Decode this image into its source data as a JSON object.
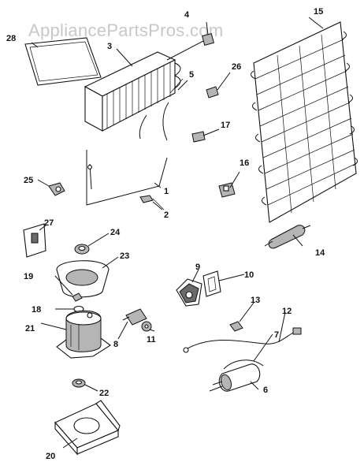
{
  "watermark": "AppliancePartsPros.com",
  "callouts": [
    "1",
    "2",
    "3",
    "4",
    "5",
    "6",
    "7",
    "8",
    "9",
    "10",
    "11",
    "12",
    "13",
    "14",
    "15",
    "16",
    "17",
    "18",
    "19",
    "20",
    "21",
    "22",
    "23",
    "24",
    "25",
    "26",
    "27",
    "28"
  ]
}
